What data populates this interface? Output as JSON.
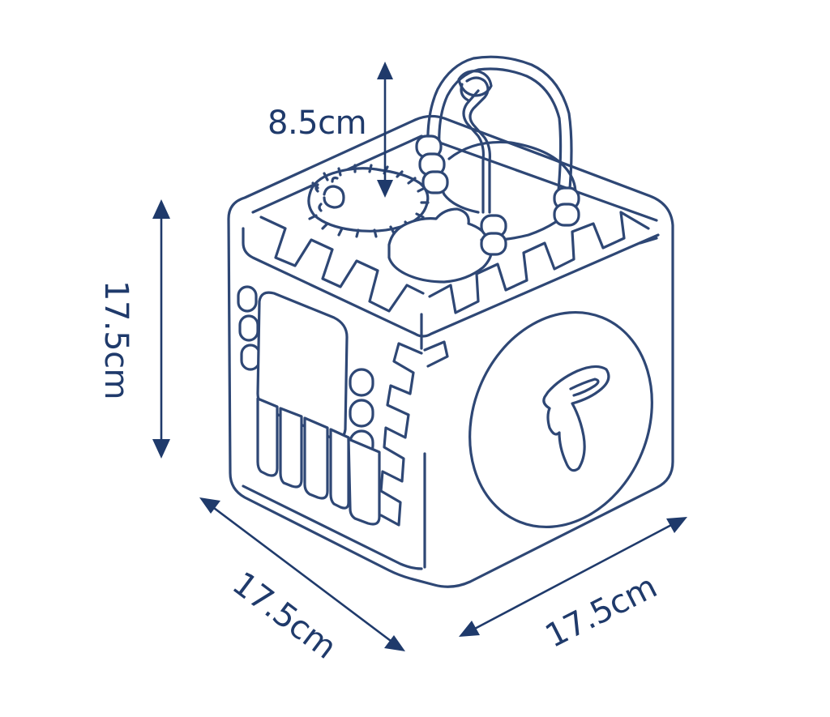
{
  "dimensions": {
    "bead_height": "8.5cm",
    "height": "17.5cm",
    "depth": "17.5cm",
    "width": "17.5cm"
  },
  "colors": {
    "outline": "#2e4775",
    "dimension": "#1f3a6b",
    "background": "#ffffff"
  }
}
